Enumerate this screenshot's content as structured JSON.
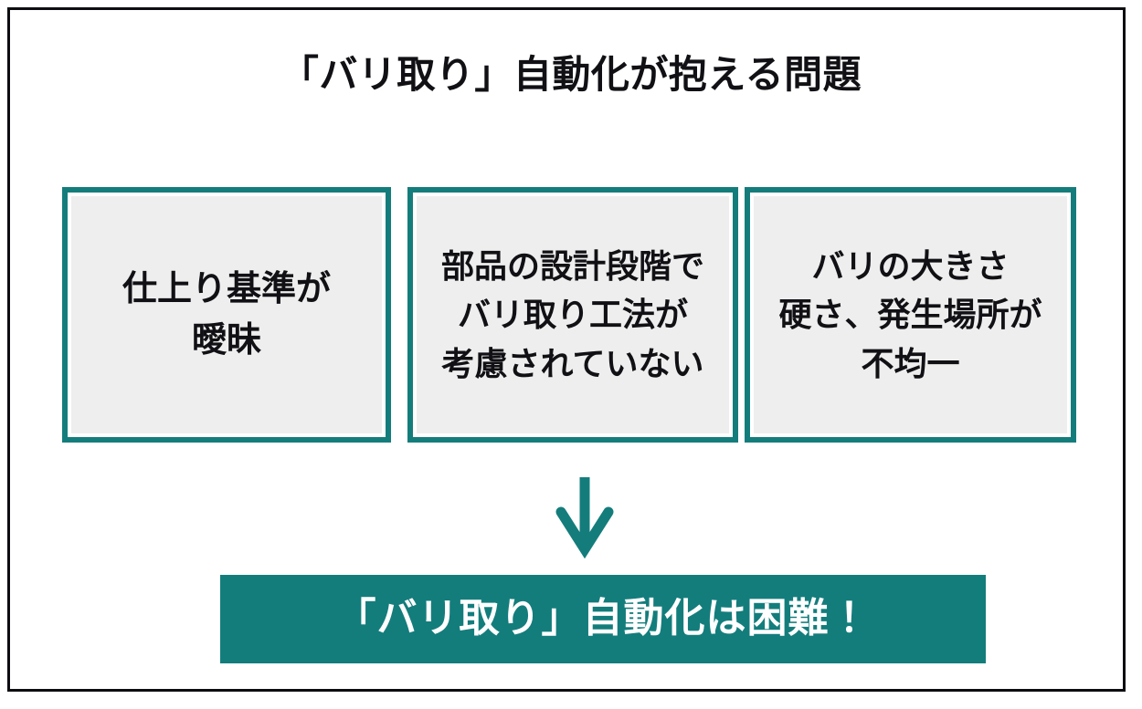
{
  "slide": {
    "title": "「バリ取り」自動化が抱える問題",
    "frame_color": "#0d0d11",
    "accent_color": "#147d7c",
    "box_fill_color": "#eeeeee",
    "text_color": "#111115"
  },
  "problems": [
    {
      "id": "finish-standard",
      "lines": [
        "仕上り基準が",
        "曖昧"
      ]
    },
    {
      "id": "design-stage",
      "lines": [
        "部品の設計段階で",
        "バリ取り工法が",
        "考慮されていない"
      ]
    },
    {
      "id": "burr-variation",
      "lines": [
        "バリの大きさ",
        "硬さ、発生場所が",
        "不均一"
      ]
    }
  ],
  "arrow": {
    "direction": "down",
    "color": "#147d7c"
  },
  "conclusion": {
    "text": "「バリ取り」自動化は困難！",
    "background_color": "#137d7c",
    "text_color": "#ffffff"
  }
}
